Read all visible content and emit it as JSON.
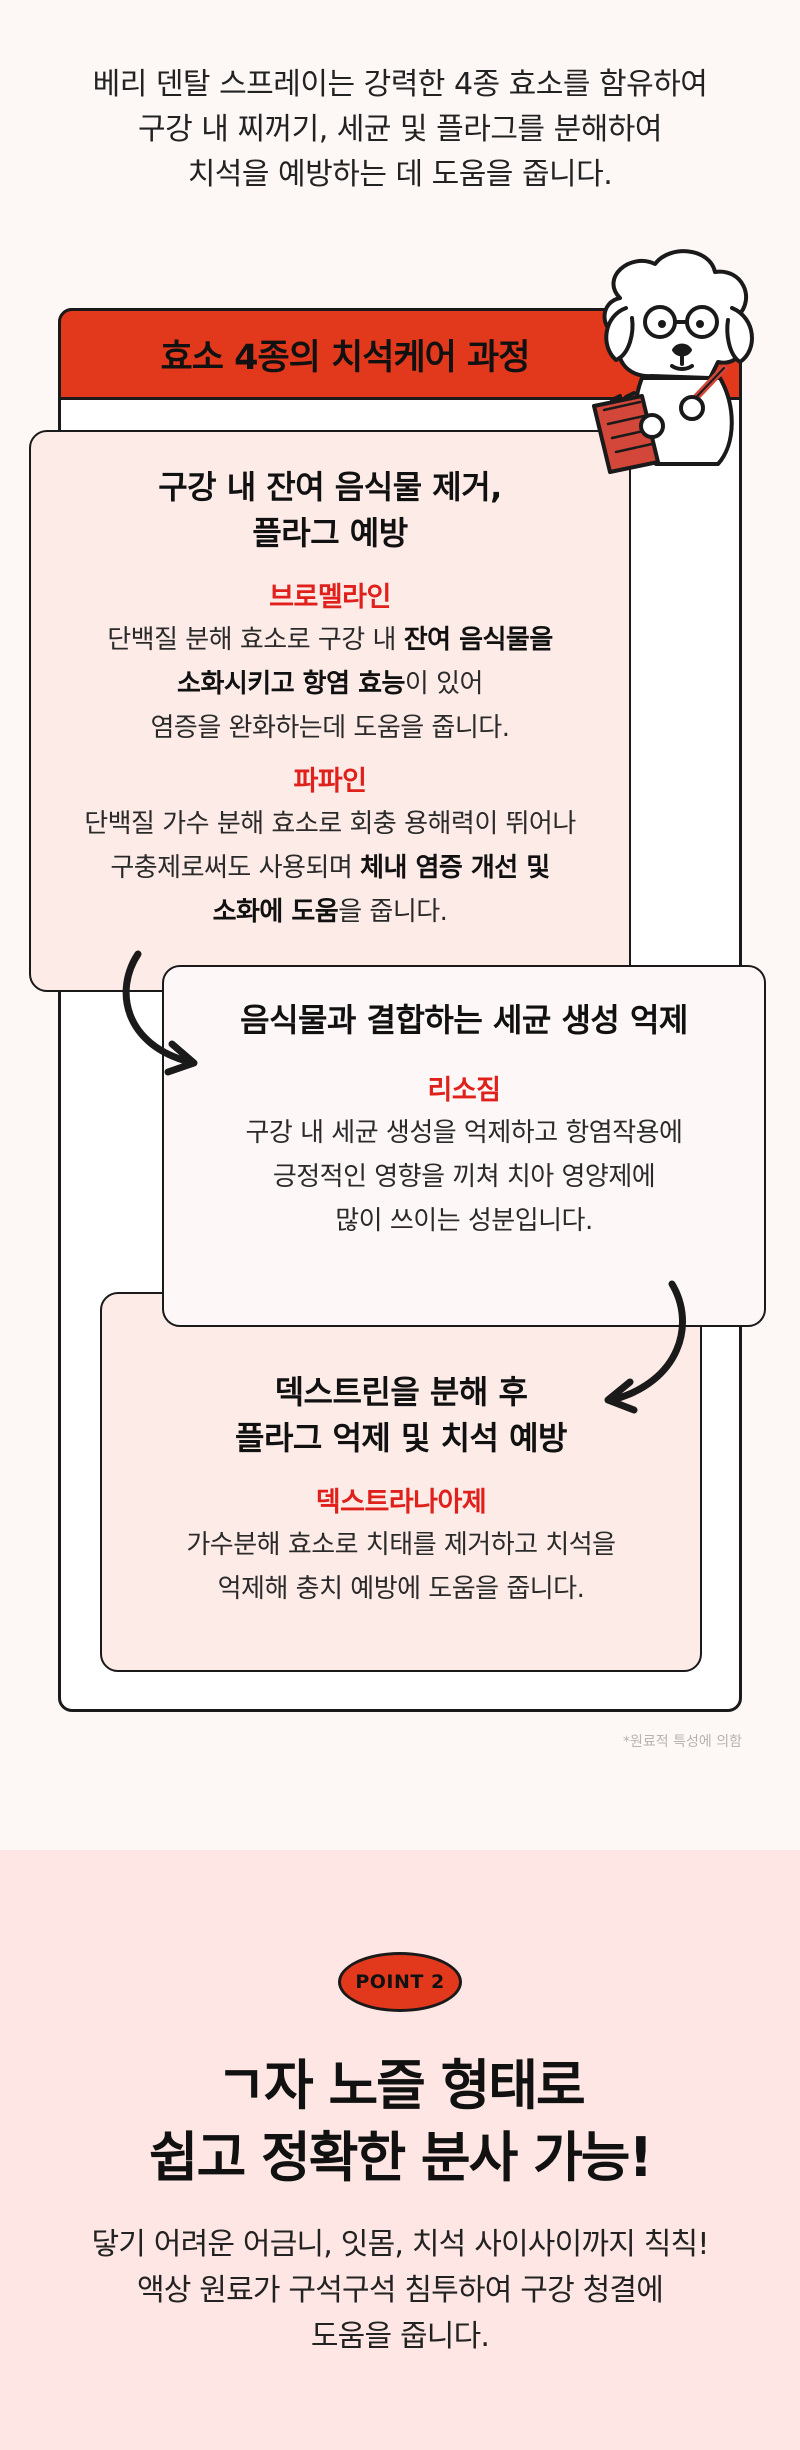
{
  "intro": {
    "lines": [
      "베리 덴탈 스프레이는 강력한 4종 효소를 함유하여",
      "구강 내 찌꺼기, 세균 및 플라그를 분해하여",
      "치석을 예방하는 데 도움을 줍니다."
    ]
  },
  "card": {
    "header": "효소 4종의 치석케어 과정",
    "steps": [
      {
        "title": [
          "구강 내 잔여 음식물 제거,",
          "플라그 예방"
        ],
        "ingredients": [
          {
            "name": "브로멜라인",
            "desc_lines": [
              [
                "단백질 분해 효소로 구강 내 ",
                "잔여 음식물을"
              ],
              [
                "",
                "소화시키고 항염 효능",
                "이 있어"
              ],
              [
                "염증을 완화하는데 도움을 줍니다."
              ]
            ]
          },
          {
            "name": "파파인",
            "desc_lines": [
              [
                "단백질 가수 분해 효소로 회충 용해력이 뛰어나"
              ],
              [
                "구충제로써도 사용되며 ",
                "체내 염증 개선 및"
              ],
              [
                "",
                "소화에 도움",
                "을 줍니다."
              ]
            ]
          }
        ]
      },
      {
        "title": [
          "음식물과 결합하는 세균 생성 억제"
        ],
        "ingredients": [
          {
            "name": "리소짐",
            "desc_lines": [
              [
                "구강 내 세균 생성을 억제하고 항염작용에"
              ],
              [
                "긍정적인 영향을 끼쳐 치아 영양제에"
              ],
              [
                "많이 쓰이는 성분입니다."
              ]
            ]
          }
        ]
      },
      {
        "title": [
          "덱스트린을 분해 후",
          "플라그 억제 및 치석 예방"
        ],
        "ingredients": [
          {
            "name": "덱스트라나아제",
            "desc_lines": [
              [
                "가수분해 효소로 치태를 제거하고 치석을"
              ],
              [
                "억제해 충치 예방에 도움을 줍니다."
              ]
            ]
          }
        ]
      }
    ],
    "note": "*원료적 특성에 의함"
  },
  "point": {
    "badge": "POINT 2",
    "title": [
      "ㄱ자 노즐 형태로",
      "쉽고 정확한 분사 가능!"
    ],
    "desc": [
      "닿기 어려운 어금니, 잇몸, 치석 사이사이까지 칙칙!",
      "액상 원료가 구석구석 침투하여 구강 청결에",
      "도움을 줍니다."
    ]
  },
  "colors": {
    "accent": "#e2391c",
    "ingredient": "#e0201b",
    "card_pink": "#fdebe8",
    "section_bg": "#fde6e3"
  },
  "icons": [
    "dog-mascot-icon",
    "curved-arrow-icon"
  ]
}
